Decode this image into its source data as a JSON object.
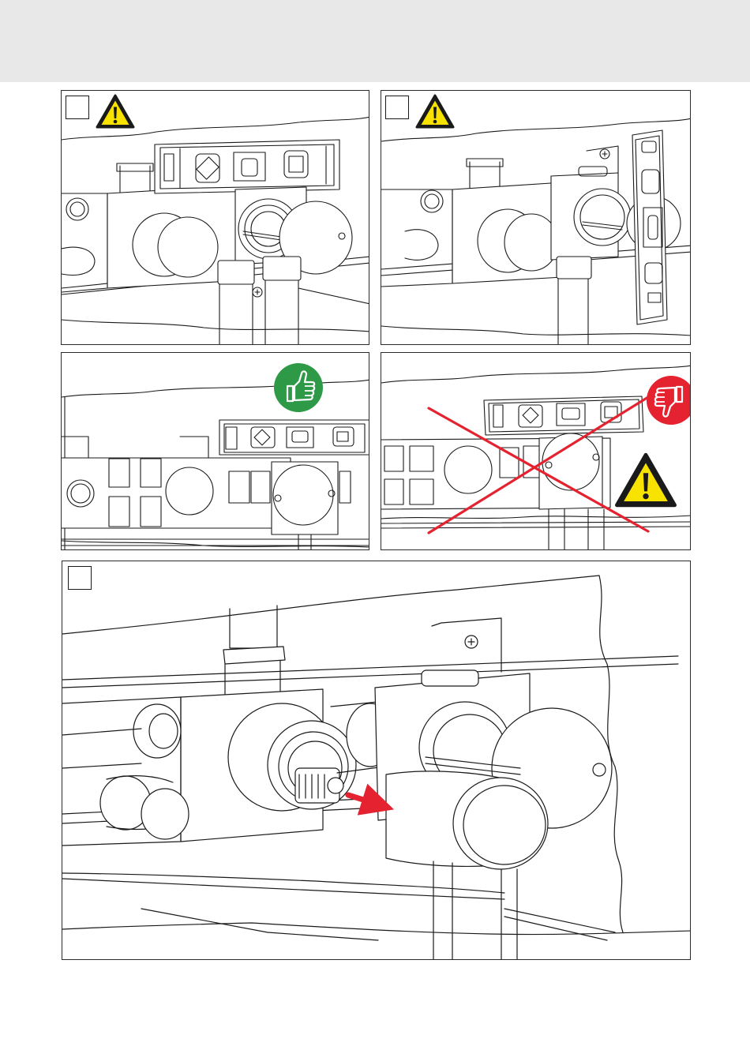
{
  "page": {
    "header_band_color": "#e8e8e8",
    "line_color": "#1a1a1a"
  },
  "panels": [
    {
      "id": "step-1",
      "step_label": "",
      "badge": "warning-triangle-icon",
      "content": "spirit-level-horizontal-on-valve-icon"
    },
    {
      "id": "step-2",
      "step_label": "",
      "badge": "warning-triangle-icon",
      "content": "spirit-level-vertical-on-valve-icon"
    },
    {
      "id": "correct",
      "badge": "thumbs-up-icon",
      "badge_color": "#2e9a47",
      "content": "level-installation-correct-icon"
    },
    {
      "id": "incorrect",
      "badges": [
        "thumbs-down-icon",
        "warning-triangle-icon"
      ],
      "badge_color": "#e52330",
      "cross_color": "#e52330",
      "content": "tilted-installation-incorrect-icon"
    },
    {
      "id": "step-3",
      "step_label": "",
      "content": "attach-cover-sleeve-icon",
      "arrow_color": "#e52330"
    }
  ],
  "colors": {
    "warning_yellow": "#f7e200",
    "ok_green": "#2e9a47",
    "error_red": "#e52330"
  }
}
